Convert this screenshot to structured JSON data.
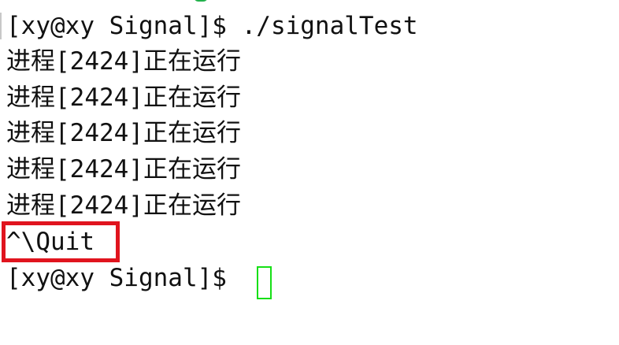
{
  "terminal": {
    "lines": [
      "[xy@xy Signal]$ ./signalTest",
      "进程[2424]正在运行",
      "进程[2424]正在运行",
      "进程[2424]正在运行",
      "进程[2424]正在运行",
      "进程[2424]正在运行",
      "^\\Quit",
      "[xy@xy Signal]$ "
    ]
  },
  "colors": {
    "background": "#ffffff",
    "text": "#111111",
    "highlight_border": "#e0141e",
    "cursor": "#16e016",
    "scroll_fragment": "#22b14c"
  }
}
